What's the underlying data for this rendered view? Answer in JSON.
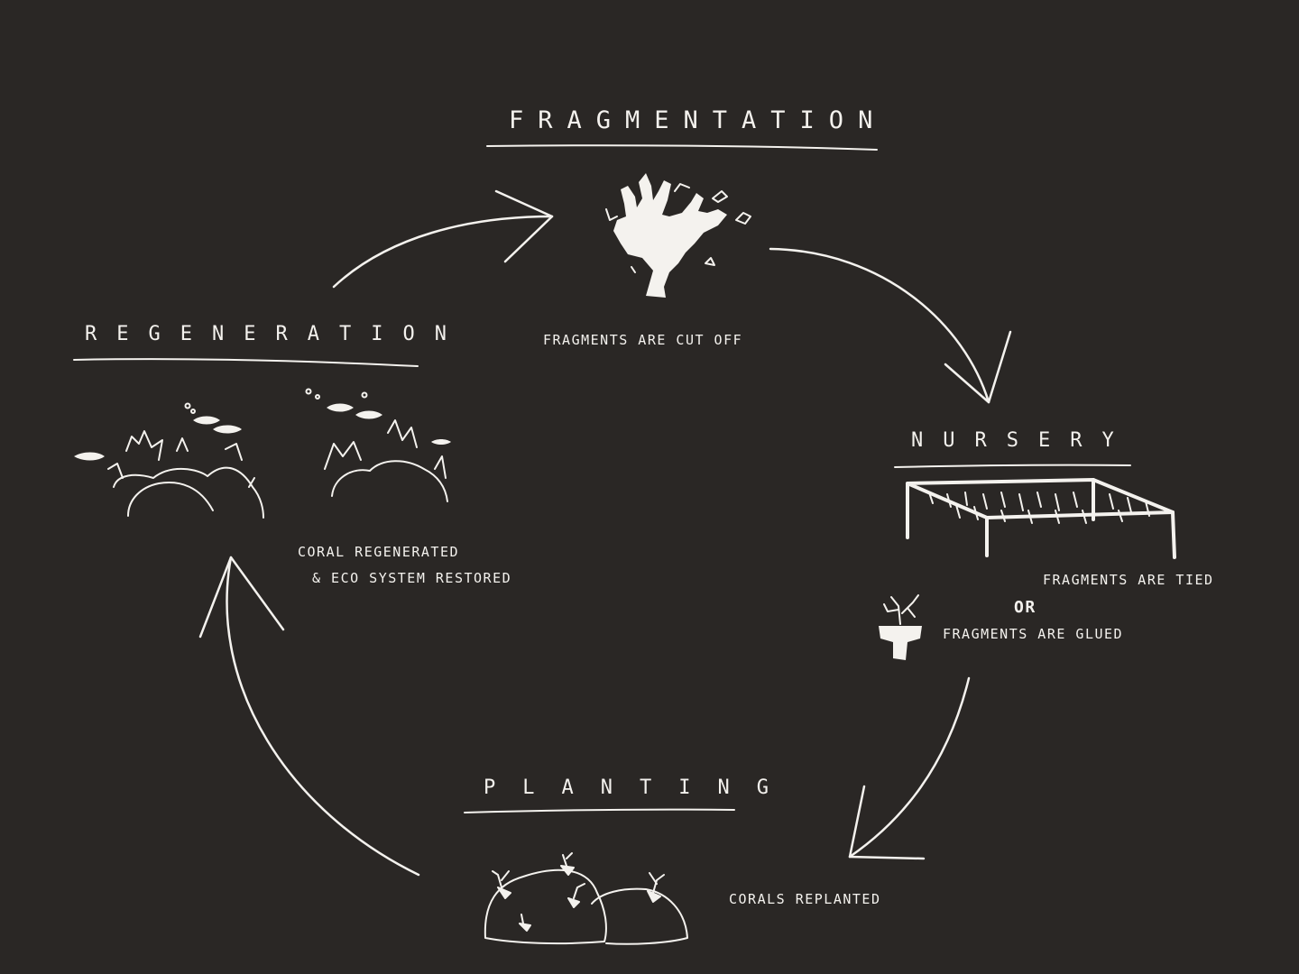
{
  "colors": {
    "background": "#2a2725",
    "ink": "#f4f2ee"
  },
  "stages": {
    "fragmentation": {
      "title": "Fragmentation",
      "caption": "Fragments are cut off"
    },
    "nursery": {
      "title": "Nursery",
      "caption_tied": "Fragments are tied",
      "caption_or": "OR",
      "caption_glued": "Fragments are glued"
    },
    "planting": {
      "title": "Planting",
      "caption": "Corals replanted"
    },
    "regeneration": {
      "title": "Regeneration",
      "caption_line1": "Coral regenerated",
      "caption_line2": "& Eco system restored"
    }
  },
  "icons": [
    "coral-branch-icon",
    "nursery-frame-icon",
    "coral-on-base-icon",
    "rocks-with-corals-icon",
    "reef-with-fish-icon",
    "cycle-arrow-icon"
  ]
}
